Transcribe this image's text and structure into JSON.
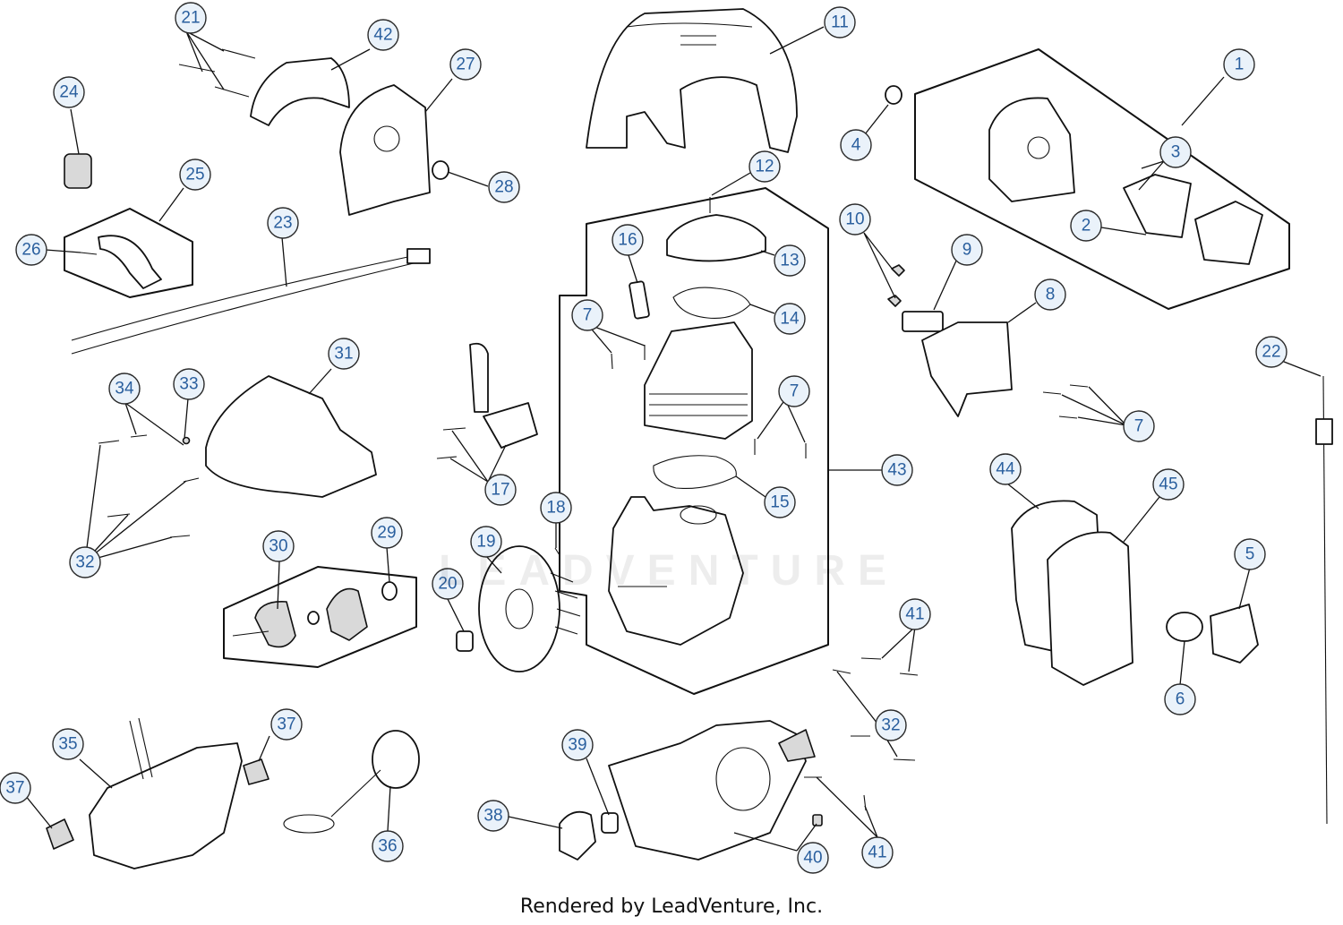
{
  "footer_text": "Rendered by LeadVenture, Inc.",
  "watermark_text": "LEADVENTURE",
  "callout_labels": [
    "1",
    "2",
    "3",
    "4",
    "5",
    "6",
    "7",
    "8",
    "9",
    "10",
    "11",
    "12",
    "13",
    "14",
    "15",
    "16",
    "17",
    "18",
    "19",
    "20",
    "21",
    "22",
    "23",
    "24",
    "25",
    "26",
    "27",
    "28",
    "29",
    "30",
    "31",
    "32",
    "33",
    "34",
    "35",
    "36",
    "37",
    "38",
    "39",
    "40",
    "41",
    "42",
    "43",
    "44",
    "45"
  ],
  "colors": {
    "callout_fill": "#eaf2fa",
    "callout_text": "#2a5f9e",
    "line": "#111111"
  }
}
